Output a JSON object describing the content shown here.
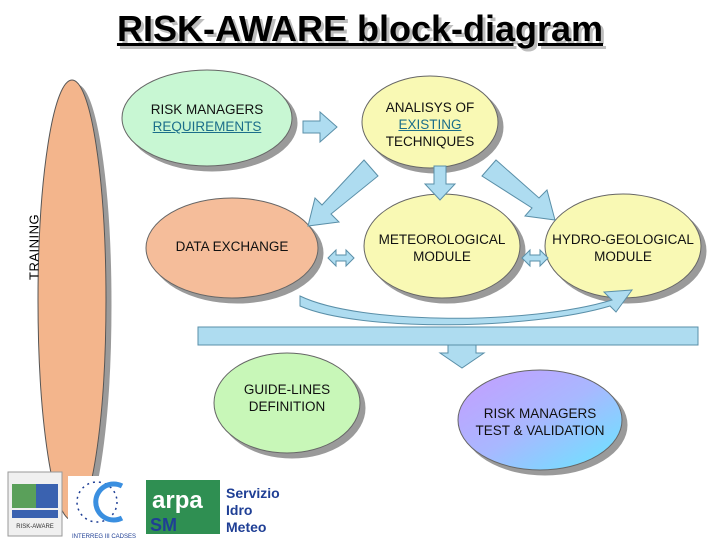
{
  "title": "RISK-AWARE  block-diagram",
  "training_label": "TRAINING",
  "nodes": {
    "risk_managers_requirements": {
      "line1": "RISK MANAGERS",
      "line2": "REQUIREMENTS",
      "color": "#c8f7d3"
    },
    "analysis_existing_techniques": {
      "line1": "ANALISYS OF",
      "line2": "EXISTING",
      "line3": "TECHNIQUES",
      "color": "#f9f9b4"
    },
    "data_exchange": {
      "line1": "DATA EXCHANGE",
      "color": "#f5bd9a"
    },
    "meteorological_module": {
      "line1": "METEOROLOGICAL",
      "line2": "MODULE",
      "color": "#f9f9b4"
    },
    "hydro_geological_module": {
      "line1": "HYDRO-GEOLOGICAL",
      "line2": "MODULE",
      "color": "#f9f9b4"
    },
    "guide_lines_definition": {
      "line1": "GUIDE-LINES",
      "line2": "DEFINITION",
      "color": "#c8f7b8"
    },
    "risk_managers_test_validation": {
      "line1": "RISK MANAGERS",
      "line2": "TEST & VALIDATION",
      "color_top": "#c6a4ff",
      "color_bottom": "#6fe6ff"
    }
  },
  "logos": {
    "arpa": {
      "text1": "arpa",
      "text2": "SM"
    },
    "servizio": {
      "line1": "Servizio",
      "line2": "Idro",
      "line3": "Meteo"
    },
    "intereg": "INTERREG III CADSES",
    "risk_aware_badge": "RISK-AWARE"
  },
  "colors": {
    "arrow_fill": "#aedcf0",
    "arrow_stroke": "#5a8fa8",
    "training_fill": "#f3b58c",
    "arpa_blue": "#1f3f95",
    "arpa_green": "#2f8f52"
  }
}
